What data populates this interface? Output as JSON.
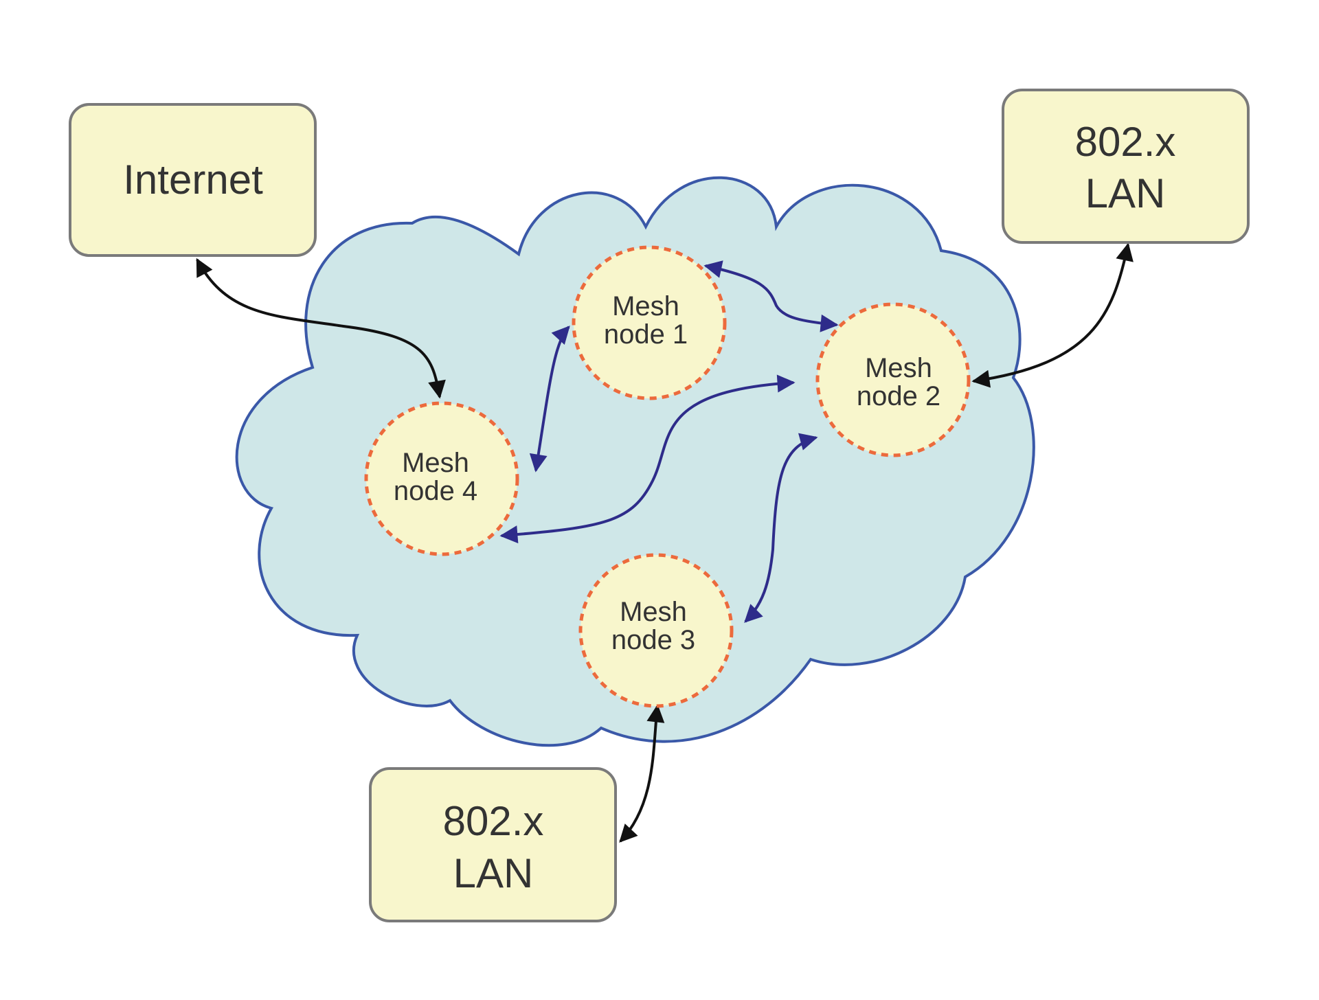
{
  "colors": {
    "cloud_fill": "#cfe7e8",
    "cloud_stroke": "#3a58a8",
    "box_fill": "#f8f6cc",
    "box_stroke": "#7a7a7a",
    "node_fill": "#f8f6cc",
    "node_stroke": "#ec6a3c",
    "mesh_link": "#2e2c8a",
    "external_link": "#111111",
    "text": "#333333"
  },
  "boxes": {
    "internet": {
      "line1": "Internet"
    },
    "lan_top_right": {
      "line1": "802.x",
      "line2": "LAN"
    },
    "lan_bottom": {
      "line1": "802.x",
      "line2": "LAN"
    }
  },
  "nodes": {
    "node1": {
      "line1": "Mesh",
      "line2": "node 1"
    },
    "node2": {
      "line1": "Mesh",
      "line2": "node 2"
    },
    "node3": {
      "line1": "Mesh",
      "line2": "node 3"
    },
    "node4": {
      "line1": "Mesh",
      "line2": "node 4"
    }
  }
}
